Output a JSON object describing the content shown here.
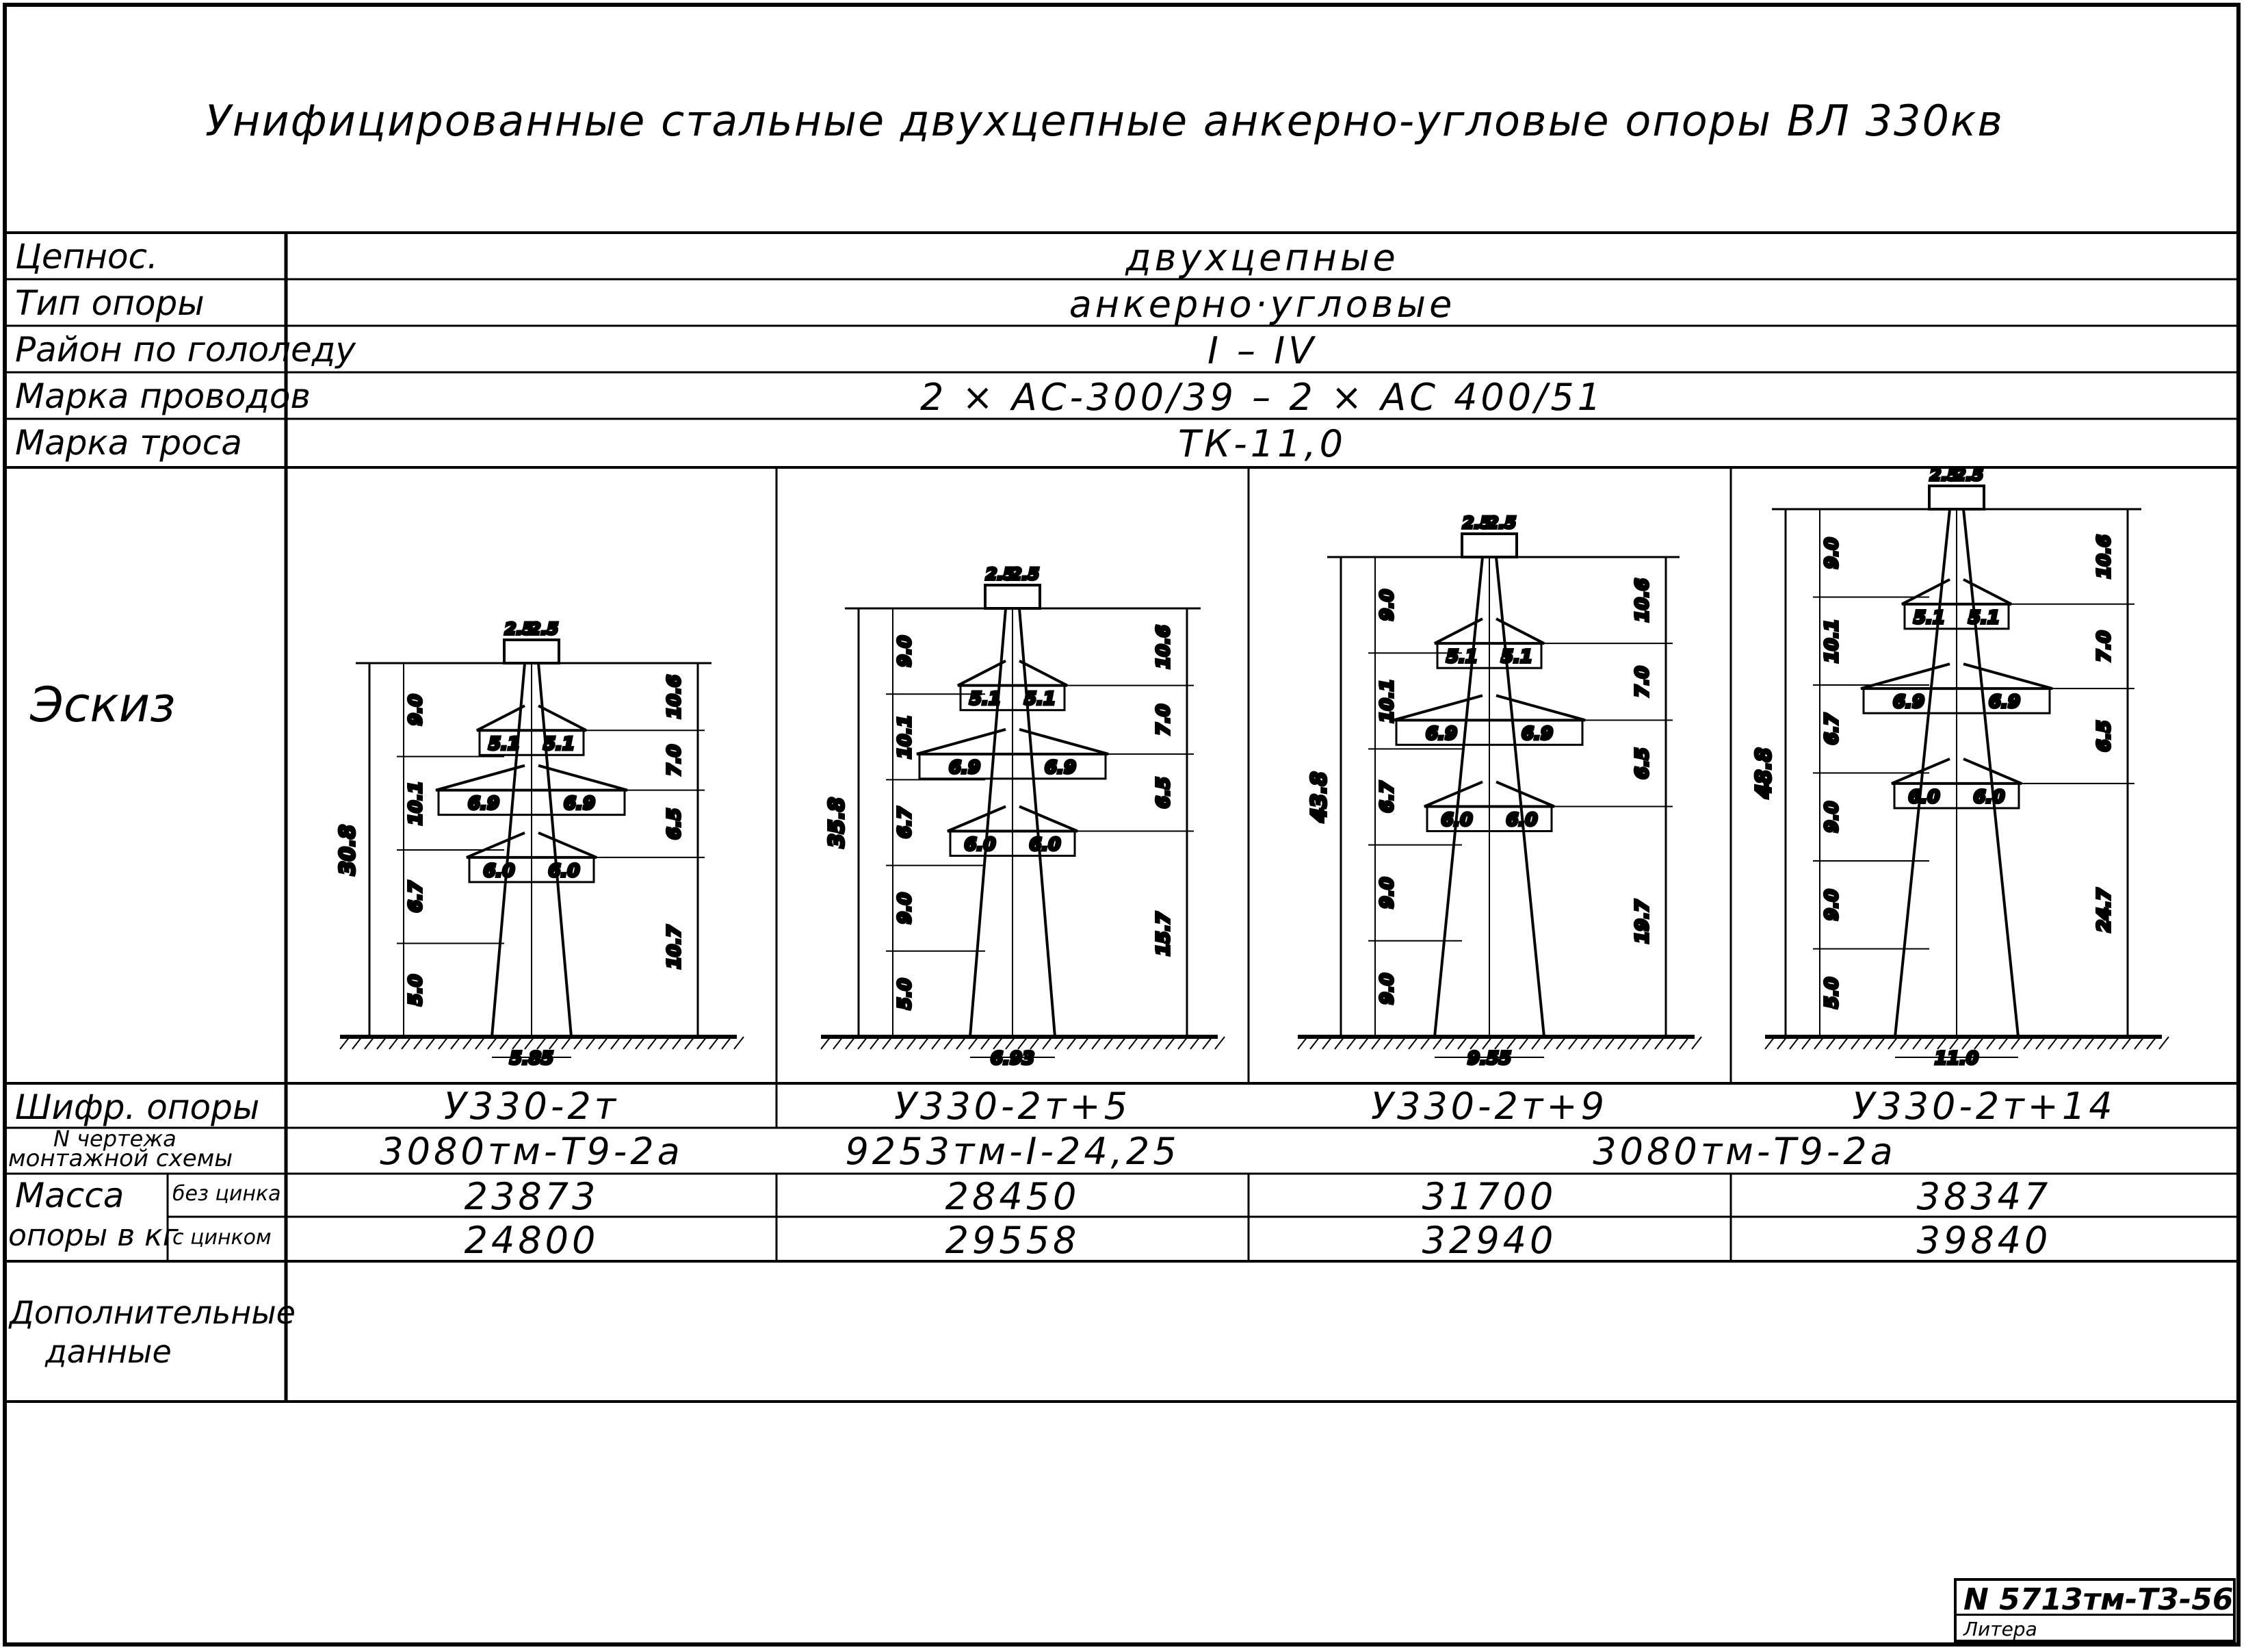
{
  "title": "Унифицированные стальные двухцепные анкерно-угловые опоры ВЛ 330кв",
  "header_rows": [
    {
      "label": "Цепнос.",
      "value": "двухцепные"
    },
    {
      "label": "Тип опоры",
      "value": "анкерно·угловые"
    },
    {
      "label": "Район по гололеду",
      "value": "I – IV"
    },
    {
      "label": "Марка проводов",
      "value": "2 × АС-300/39 – 2 × АС 400/51"
    },
    {
      "label": "Марка троса",
      "value": "ТК-11,0"
    }
  ],
  "sketch_label": "Эскиз",
  "sketches": [
    {
      "height": "30.8",
      "left_dims": [
        "9.0",
        "10.1",
        "6.7",
        "5.0"
      ],
      "right_dims": [
        "10.6",
        "7.0",
        "6.5",
        "10.7"
      ],
      "top_dims": [
        "2.5",
        "2.5"
      ],
      "tier1": [
        "5.1",
        "5.1"
      ],
      "tier2": [
        "6.9",
        "6.9"
      ],
      "tier3": [
        "6.0",
        "6.0"
      ],
      "base": "5.85"
    },
    {
      "height": "35.8",
      "left_dims": [
        "9.0",
        "10.1",
        "6.7",
        "9.0",
        "5.0"
      ],
      "right_dims": [
        "10.6",
        "7.0",
        "6.5",
        "15.7"
      ],
      "top_dims": [
        "2.5",
        "2.5"
      ],
      "tier1": [
        "5.1",
        "5.1"
      ],
      "tier2": [
        "6.9",
        "6.9"
      ],
      "tier3": [
        "6.0",
        "6.0"
      ],
      "base": "6.93"
    },
    {
      "height": "43.8",
      "left_dims": [
        "9.0",
        "10.1",
        "6.7",
        "9.0",
        "9.0"
      ],
      "right_dims": [
        "10.6",
        "7.0",
        "6.5",
        "19.7"
      ],
      "top_dims": [
        "2.5",
        "2.5"
      ],
      "tier1": [
        "5.1",
        "5.1"
      ],
      "tier2": [
        "6.9",
        "6.9"
      ],
      "tier3": [
        "6.0",
        "6.0"
      ],
      "base": "9.55"
    },
    {
      "height": "48.8",
      "left_dims": [
        "9.0",
        "10.1",
        "6.7",
        "9.0",
        "9.0",
        "5.0"
      ],
      "right_dims": [
        "10.6",
        "7.0",
        "6.5",
        "24.7"
      ],
      "top_dims": [
        "2.5",
        "2.5"
      ],
      "tier1": [
        "5.1",
        "5.1"
      ],
      "tier2": [
        "6.9",
        "6.9"
      ],
      "tier3": [
        "6.0",
        "6.0"
      ],
      "base": "11.0"
    }
  ],
  "code_label": "Шифр. опоры",
  "codes": [
    "У330-2т",
    "У330-2т+5",
    "У330-2т+9",
    "У330-2т+14"
  ],
  "drawing_label_top": "N чертежа",
  "drawing_label_bottom": "монтажной схемы",
  "drawings": [
    "3080тм-Т9-2а",
    "9253тм-I-24,25",
    "3080тм-Т9-2а"
  ],
  "mass_label_1": "Масса",
  "mass_label_2": "опоры в кг",
  "mass_sub_1": "без цинка",
  "mass_sub_2": "с цинком",
  "mass_without_zinc": [
    "23873",
    "28450",
    "31700",
    "38347"
  ],
  "mass_with_zinc": [
    "24800",
    "29558",
    "32940",
    "39840"
  ],
  "extra_label_1": "Дополнительные",
  "extra_label_2": "данные",
  "stamp": {
    "number": "N 5713тм-Т3-56",
    "litera": "Литера"
  }
}
